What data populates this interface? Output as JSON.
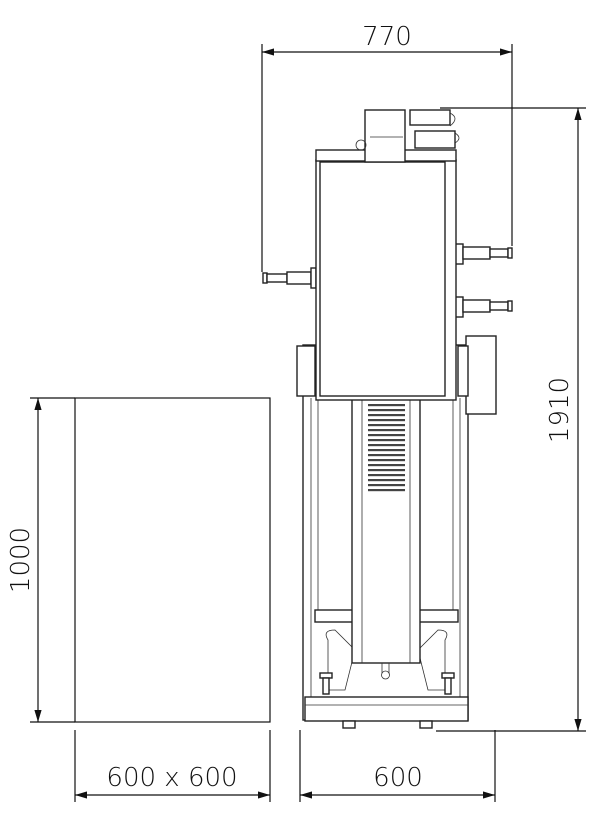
{
  "dimensions": {
    "overall_width": "770",
    "overall_height": "1910",
    "footprint_height": "1000",
    "footprint_size": "600 x 600",
    "machine_width": "600"
  },
  "colors": {
    "line": "#111111",
    "background": "#ffffff"
  }
}
